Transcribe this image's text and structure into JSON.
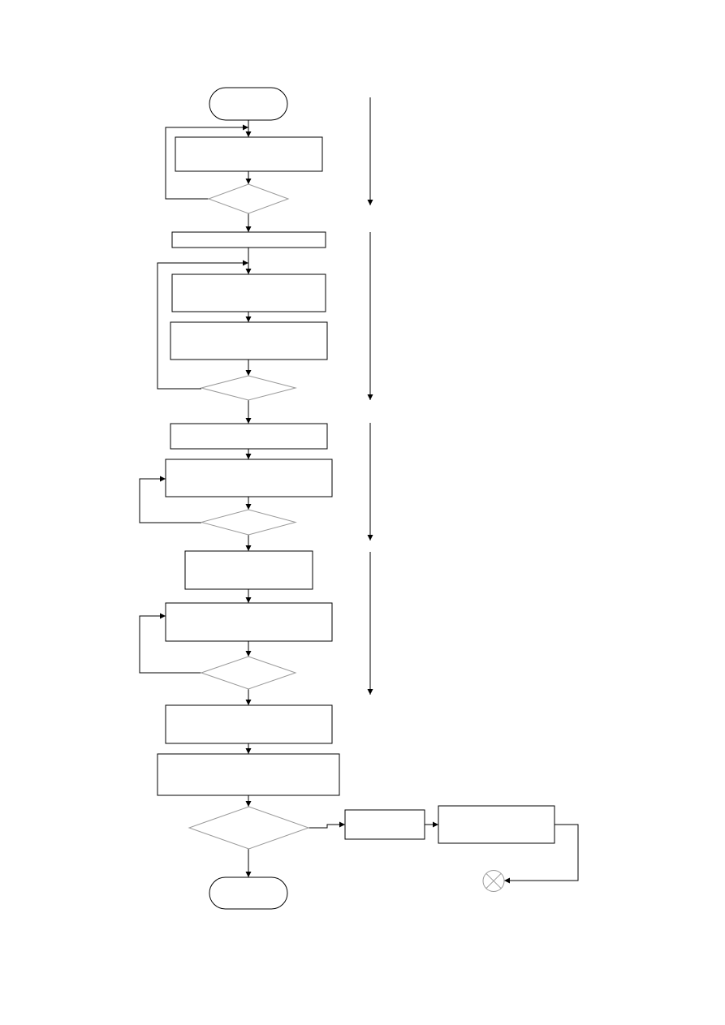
{
  "page": {
    "title": ""
  },
  "colors": {
    "line": "#000000",
    "paper": "#ffffff",
    "decision_stroke": "#9a9a9a"
  },
  "flowchart": {
    "nodes": [
      {
        "id": "start",
        "shape": "terminal",
        "label": ""
      },
      {
        "id": "p1",
        "shape": "process",
        "label": ""
      },
      {
        "id": "d1",
        "shape": "decision",
        "label": ""
      },
      {
        "id": "p2",
        "shape": "process",
        "label": ""
      },
      {
        "id": "p3",
        "shape": "process",
        "label": ""
      },
      {
        "id": "p4",
        "shape": "process",
        "label": ""
      },
      {
        "id": "d2",
        "shape": "decision",
        "label": ""
      },
      {
        "id": "p5",
        "shape": "process",
        "label": ""
      },
      {
        "id": "p6",
        "shape": "process",
        "label": ""
      },
      {
        "id": "d3",
        "shape": "decision",
        "label": ""
      },
      {
        "id": "p7",
        "shape": "process",
        "label": ""
      },
      {
        "id": "p8",
        "shape": "process",
        "label": ""
      },
      {
        "id": "d4",
        "shape": "decision",
        "label": ""
      },
      {
        "id": "p9",
        "shape": "process",
        "label": ""
      },
      {
        "id": "p10",
        "shape": "process",
        "label": ""
      },
      {
        "id": "d5",
        "shape": "decision",
        "label": ""
      },
      {
        "id": "p11",
        "shape": "process",
        "label": ""
      },
      {
        "id": "p12",
        "shape": "process",
        "label": ""
      },
      {
        "id": "stop",
        "shape": "terminal",
        "label": ""
      },
      {
        "id": "fail-symbol",
        "shape": "circle-x",
        "label": ""
      }
    ],
    "edges": [
      {
        "from": "start",
        "to": "p1",
        "label": ""
      },
      {
        "from": "p1",
        "to": "d1",
        "label": ""
      },
      {
        "from": "d1",
        "to": "p1",
        "label": ""
      },
      {
        "from": "d1",
        "to": "p2",
        "label": ""
      },
      {
        "from": "p2",
        "to": "p3",
        "label": ""
      },
      {
        "from": "p3",
        "to": "p4",
        "label": ""
      },
      {
        "from": "p4",
        "to": "d2",
        "label": ""
      },
      {
        "from": "d2",
        "to": "p3",
        "label": ""
      },
      {
        "from": "d2",
        "to": "p5",
        "label": ""
      },
      {
        "from": "p5",
        "to": "p6",
        "label": ""
      },
      {
        "from": "p6",
        "to": "d3",
        "label": ""
      },
      {
        "from": "d3",
        "to": "p6",
        "label": ""
      },
      {
        "from": "d3",
        "to": "p7",
        "label": ""
      },
      {
        "from": "p7",
        "to": "p8",
        "label": ""
      },
      {
        "from": "p8",
        "to": "d4",
        "label": ""
      },
      {
        "from": "d4",
        "to": "p8",
        "label": ""
      },
      {
        "from": "d4",
        "to": "p9",
        "label": ""
      },
      {
        "from": "p9",
        "to": "p10",
        "label": ""
      },
      {
        "from": "p10",
        "to": "d5",
        "label": ""
      },
      {
        "from": "d5",
        "to": "stop",
        "label": ""
      },
      {
        "from": "d5",
        "to": "p11",
        "label": ""
      },
      {
        "from": "p11",
        "to": "p12",
        "label": ""
      },
      {
        "from": "p12",
        "to": "fail-symbol",
        "label": ""
      }
    ],
    "phase_arrows": [
      {
        "id": "phase-1",
        "label": ""
      },
      {
        "id": "phase-2",
        "label": ""
      },
      {
        "id": "phase-3",
        "label": ""
      },
      {
        "id": "phase-4",
        "label": ""
      }
    ]
  }
}
